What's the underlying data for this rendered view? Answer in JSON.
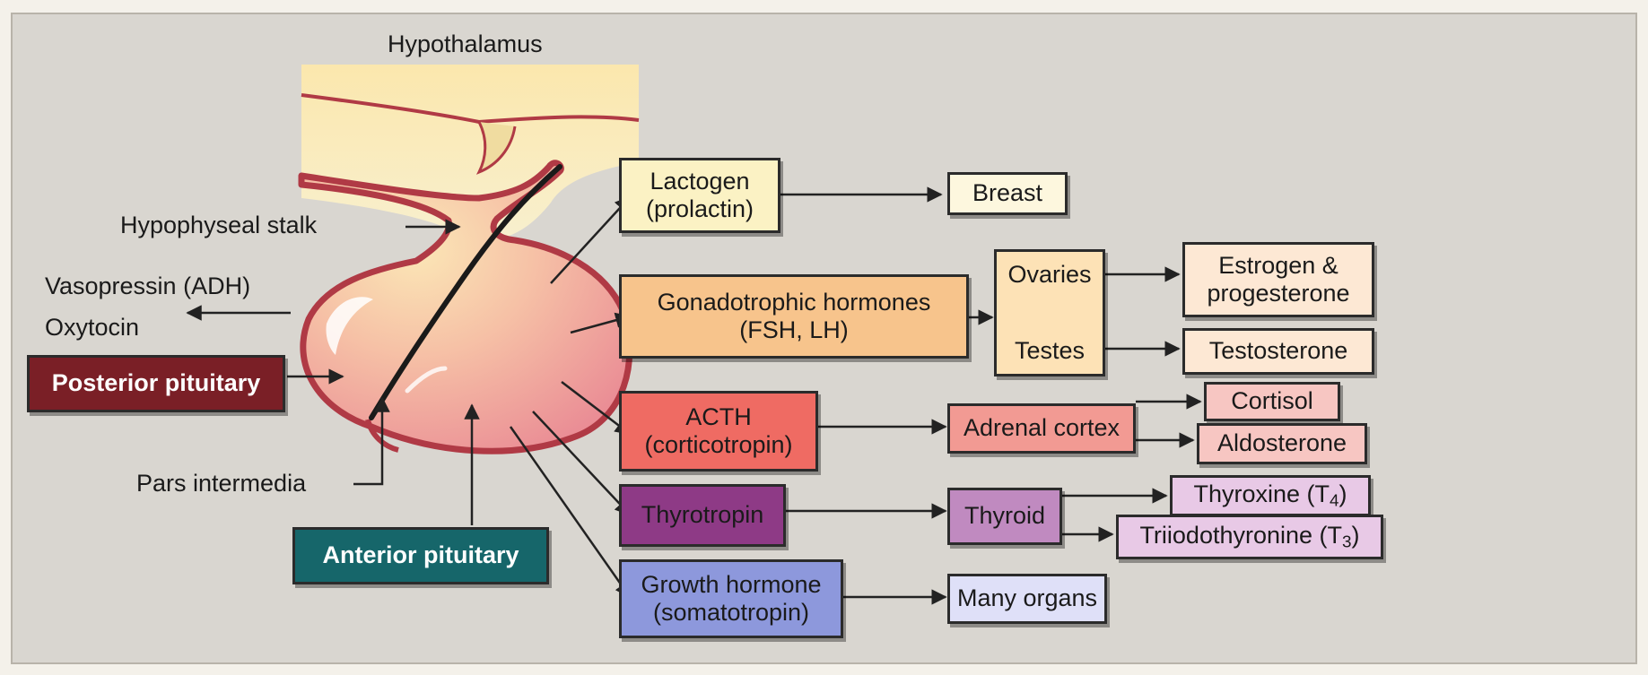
{
  "labels": {
    "hypothalamus": "Hypothalamus",
    "hypophyseal_stalk": "Hypophyseal stalk",
    "vasopressin": "Vasopressin (ADH)",
    "oxytocin": "Oxytocin",
    "pars_intermedia": "Pars intermedia"
  },
  "callouts": {
    "posterior": "Posterior pituitary",
    "anterior": "Anterior pituitary"
  },
  "hormones": {
    "lactogen": [
      "Lactogen",
      "(prolactin)"
    ],
    "gonadotrophic": [
      "Gonadotrophic hormones",
      "(FSH, LH)"
    ],
    "acth": [
      "ACTH",
      "(corticotropin)"
    ],
    "thyrotropin": "Thyrotropin",
    "growth": [
      "Growth hormone",
      "(somatotropin)"
    ]
  },
  "targets": {
    "breast": "Breast",
    "ovaries": "Ovaries",
    "testes": "Testes",
    "adrenal": "Adrenal cortex",
    "thyroid": "Thyroid",
    "many_organs": "Many organs"
  },
  "products": {
    "estrogen": [
      "Estrogen &",
      "progesterone"
    ],
    "testosterone": "Testosterone",
    "cortisol": "Cortisol",
    "aldosterone": "Aldosterone",
    "thyroxine": "Thyroxine (T",
    "thyroxine_sub": "4",
    "triiodothyronine": "Triiodothyronine (T",
    "triiodothyronine_sub": "3"
  },
  "colors": {
    "lactogen": "#fbf2c4",
    "gonadotrophic": "#f7c48c",
    "acth": "#ef6b63",
    "thyrotropin": "#8e3a86",
    "growth": "#8d98dc",
    "posterior": "#7a1f26",
    "anterior": "#16666a",
    "gland_fill": "#f2a8a6",
    "gland_outline": "#b03a45"
  }
}
